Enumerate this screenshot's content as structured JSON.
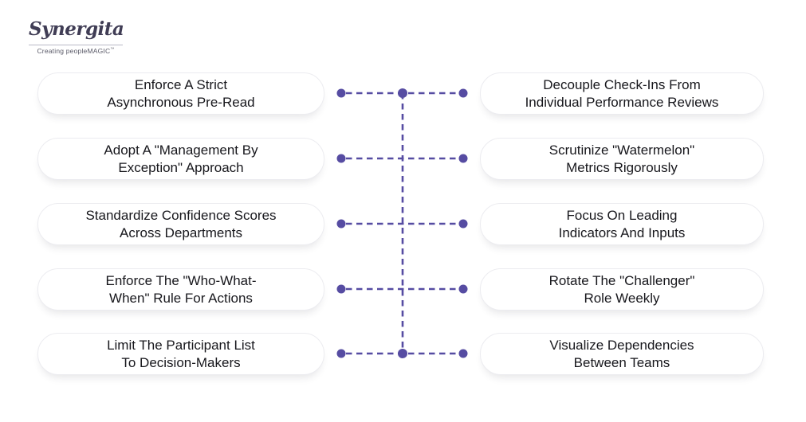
{
  "logo": {
    "name": "Synergita",
    "tagline": "Creating peopleMAGIC",
    "trademark": "™",
    "brand_color": "#8a3fb5"
  },
  "connector": {
    "color": "#564ca2",
    "style": "dashed",
    "rows": 5
  },
  "left_items": [
    "Enforce A Strict\nAsynchronous Pre-Read",
    "Adopt A \"Management By\nException\" Approach",
    "Standardize Confidence Scores\nAcross Departments",
    "Enforce The \"Who-What-\nWhen\" Rule For Actions",
    "Limit The Participant List\nTo Decision-Makers"
  ],
  "right_items": [
    "Decouple Check-Ins From\nIndividual Performance Reviews",
    "Scrutinize \"Watermelon\"\nMetrics Rigorously",
    "Focus On Leading\nIndicators And Inputs",
    "Rotate The \"Challenger\"\nRole Weekly",
    "Visualize Dependencies\nBetween Teams"
  ]
}
